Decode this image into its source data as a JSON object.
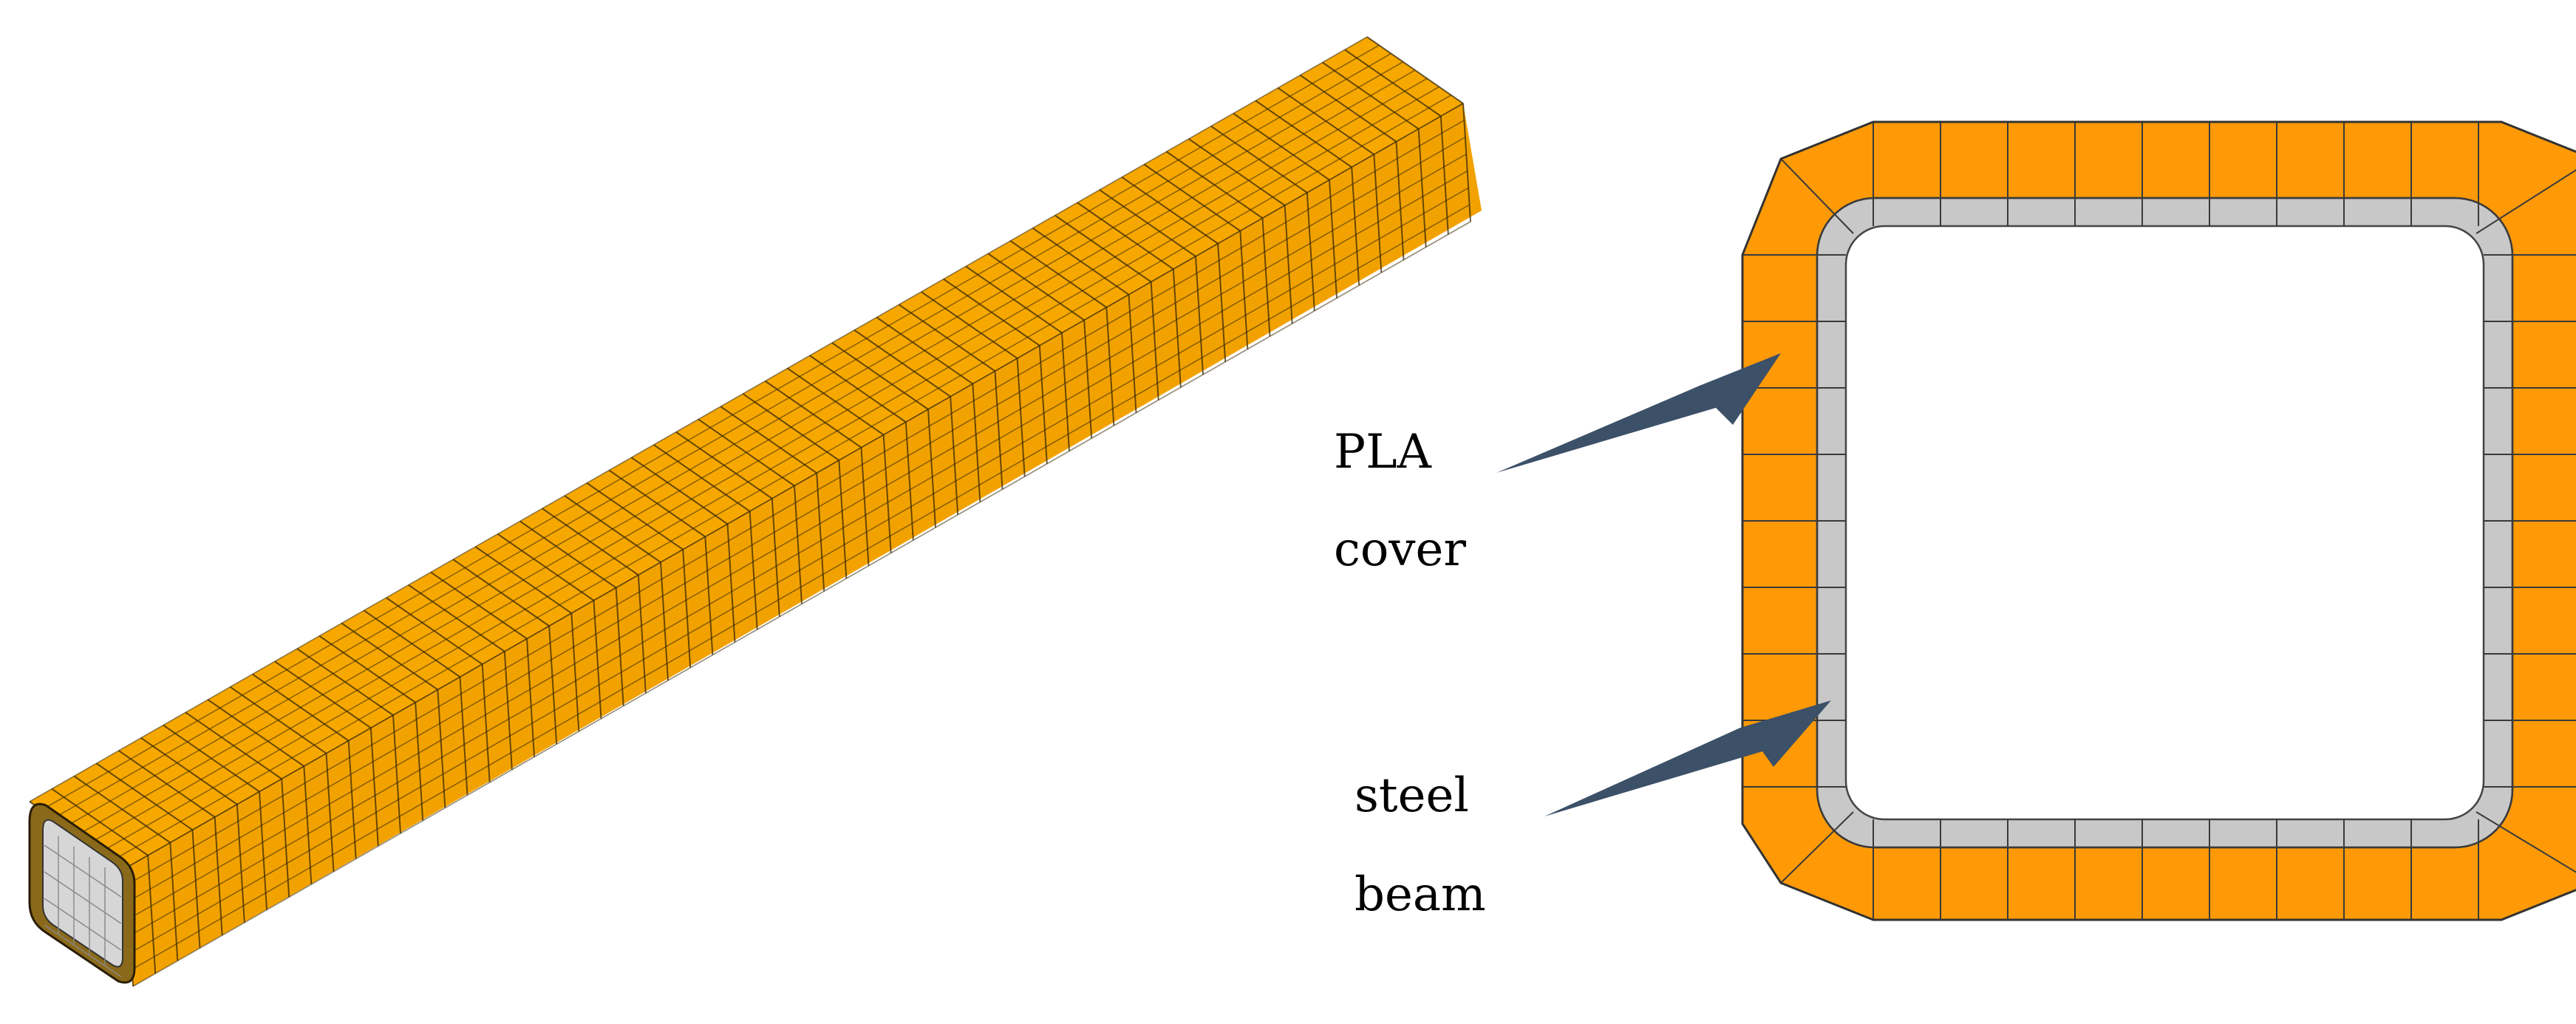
{
  "labels": {
    "cover_line1": "PLA",
    "cover_line2": "cover",
    "beam_line1": "steel",
    "beam_line2": "beam"
  },
  "colors": {
    "pla_top": "#f7a800",
    "pla_side": "#f2a200",
    "pla_section": "#ff9a06",
    "steel": "#c8c8c8",
    "arrow": "#3c5068",
    "mesh": "#3a2a05"
  }
}
